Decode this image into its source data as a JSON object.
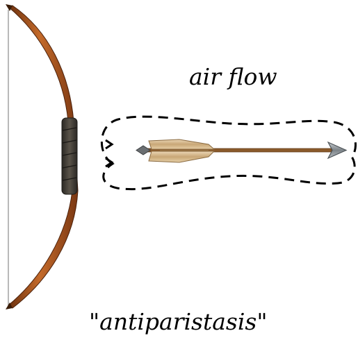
{
  "diagram": {
    "airflow_label": "air flow",
    "caption": "\"antiparistasis\"",
    "colors": {
      "background": "#ffffff",
      "bow_wood_light": "#c46a2a",
      "bow_wood_dark": "#6b300e",
      "bow_grip": "#3f3a33",
      "bowstring": "#8a8a8a",
      "arrow_shaft": "#8b5a2b",
      "arrow_fletching": "#d8bc92",
      "arrow_head": "#9aa0a4",
      "flow_line": "#000000"
    },
    "elements": {
      "bow": "bow-illustration",
      "arrow": "arrow-illustration",
      "flow": "dashed-air-flow-loop"
    }
  }
}
